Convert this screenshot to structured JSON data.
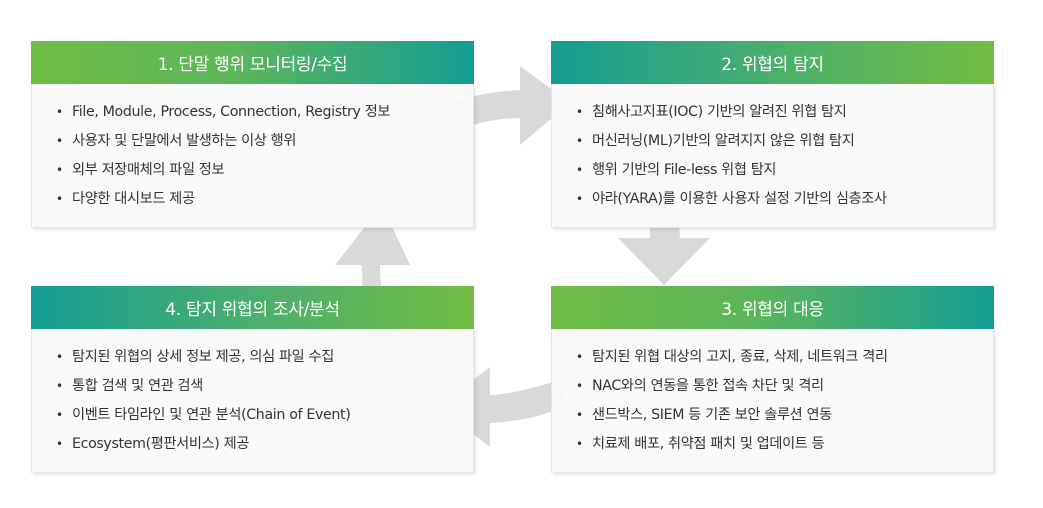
{
  "colors": {
    "green": "#6fbd45",
    "teal": "#149d93",
    "arrow_gray": "#d9d9d9",
    "text": "#333333"
  },
  "cycle": {
    "arrow_icon": "circular-arrows",
    "direction": "clockwise",
    "order": [
      1,
      2,
      3,
      4
    ]
  },
  "boxes": [
    {
      "title": "1. 단말 행위 모니터링/수집",
      "items": [
        "File, Module, Process, Connection, Registry 정보",
        "사용자 및 단말에서 발생하는 이상 행위",
        "외부 저장매체의 파일 정보",
        "다양한 대시보드 제공"
      ]
    },
    {
      "title": "2. 위협의 탐지",
      "items": [
        "침해사고지표(IOC) 기반의 알려진 위협 탐지",
        "머신러닝(ML)기반의 알려지지 않은 위협 탐지",
        "행위 기반의 File-less 위협 탐지",
        "야라(YARA)를 이용한 사용자 설정 기반의 심층조사"
      ]
    },
    {
      "title": "3. 위협의 대응",
      "items": [
        "탐지된 위협 대상의 고지, 종료, 삭제, 네트워크 격리",
        "NAC와의 연동을 통한 접속 차단 및 격리",
        "샌드박스, SIEM 등 기존 보안 솔루션 연동",
        "치료제 배포, 취약점 패치 및 업데이트 등"
      ]
    },
    {
      "title": "4. 탐지 위협의 조사/분석",
      "items": [
        "탐지된 위협의 상세 정보 제공, 의심 파일 수집",
        "통합 검색 및 연관 검색",
        "이벤트 타임라인 및 연관 분석(Chain of Event)",
        "Ecosystem(평판서비스) 제공"
      ]
    }
  ],
  "bullet_char": "•"
}
